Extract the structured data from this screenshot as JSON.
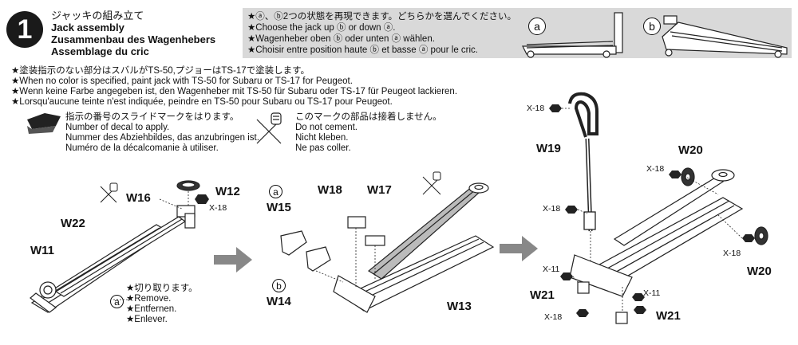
{
  "step": {
    "number": "1",
    "title_jp": "ジャッキの組み立て",
    "title_en": "Jack assembly",
    "title_de": "Zusammenbau des Wagenhebers",
    "title_fr": "Assemblage du cric"
  },
  "info": {
    "line_jp": "★ⓐ、ⓑ2つの状態を再現できます。どちらかを選んでください。",
    "line_en": "★Choose the jack up ⓑ or down ⓐ.",
    "line_de": "★Wagenheber oben ⓑ oder unten ⓐ wählen.",
    "line_fr": "★Choisir entre position haute ⓑ et basse ⓐ pour le cric.",
    "option_a": "a",
    "option_b": "b"
  },
  "paint": {
    "line_jp": "★塗装指示のない部分はスバルがTS-50,プジョーはTS-17で塗装します。",
    "line_en": "★When no color is specified, paint jack with TS-50 for Subaru or TS-17 for Peugeot.",
    "line_de": "★Wenn keine Farbe angegeben ist, den Wagenheber mit TS-50 für Subaru oder TS-17 für Peugeot lackieren.",
    "line_fr": "★Lorsqu'aucune teinte n'est indiquée, peindre en TS-50 pour Subaru ou TS-17 pour Peugeot."
  },
  "decal_legend": {
    "jp": "指示の番号のスライドマークをはります。",
    "en": "Number of decal to apply.",
    "de": "Nummer des Abziehbildes, das anzubringen ist.",
    "fr": "Numéro de la décalcomanie à utiliser."
  },
  "cement_legend": {
    "jp": "このマークの部品は接着しません。",
    "en": "Do not cement.",
    "de": "Nicht kleben.",
    "fr": "Ne pas coller."
  },
  "remove_note": {
    "jp": "★切り取ります。",
    "en": "★Remove.",
    "de": "★Entfernen.",
    "fr": "★Enlever."
  },
  "parts": {
    "w11": "W11",
    "w12": "W12",
    "w13": "W13",
    "w14": "W14",
    "w15": "W15",
    "w16": "W16",
    "w17": "W17",
    "w18": "W18",
    "w19": "W19",
    "w20": "W20",
    "w21": "W21",
    "w22": "W22",
    "x18": "X-18",
    "x11": "X-11"
  },
  "letters": {
    "a": "a",
    "b": "b"
  }
}
